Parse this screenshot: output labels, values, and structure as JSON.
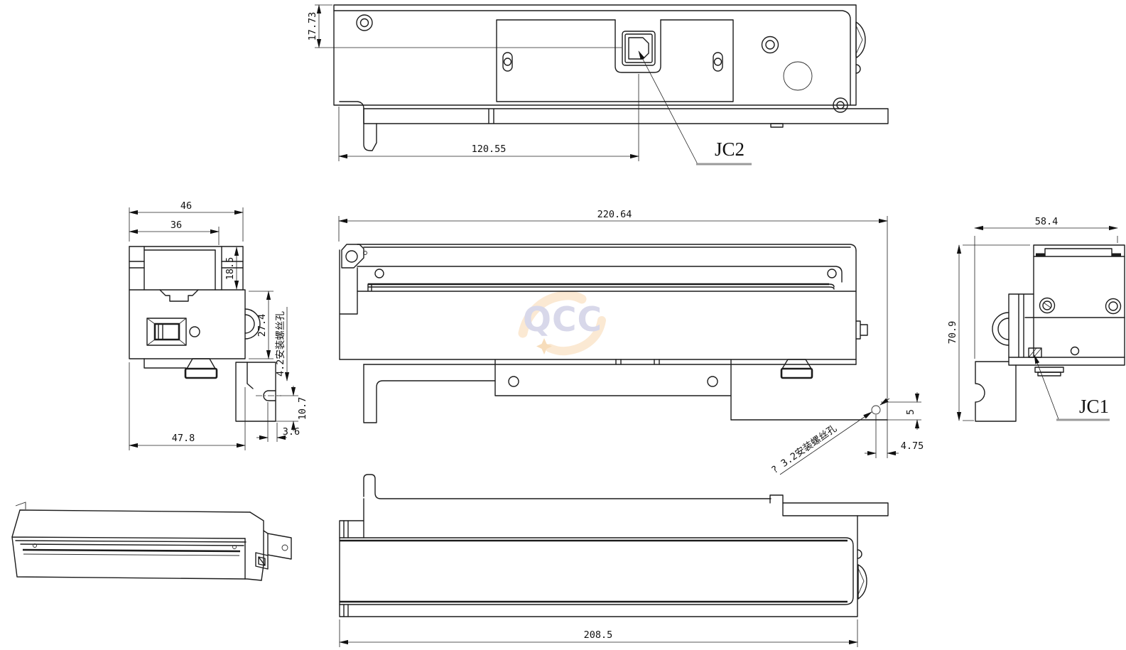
{
  "colors": {
    "line": "#1c1c1c",
    "leader_underline": "#9a9a9a",
    "watermark_text": "#d8d8ea",
    "watermark_swoosh": "#fbe9d3"
  },
  "watermark": {
    "text": "QCC"
  },
  "top_view": {
    "dim_edge_height": "17.73",
    "dim_connector_x": "120.55",
    "connector_label": "JC2"
  },
  "left_view": {
    "dim_outer_width": "46",
    "dim_inner_width": "36",
    "dim_top_height": "18.5",
    "dim_body_height": "27.4",
    "screw_note": "4.2安装螺丝孔",
    "dim_slot_depth": "10.7",
    "dim_base_width": "47.8",
    "dim_slot_offset": "3.6"
  },
  "front_view": {
    "dim_total_width": "220.64",
    "screw_note": "? 3.2安装螺丝孔",
    "dim_hole_offset_y": "5",
    "dim_hole_offset_x": "4.75"
  },
  "right_view": {
    "dim_width": "58.4",
    "dim_height": "70.9",
    "connector_label": "JC1"
  },
  "bottom_view": {
    "dim_total_length": "208.5"
  }
}
